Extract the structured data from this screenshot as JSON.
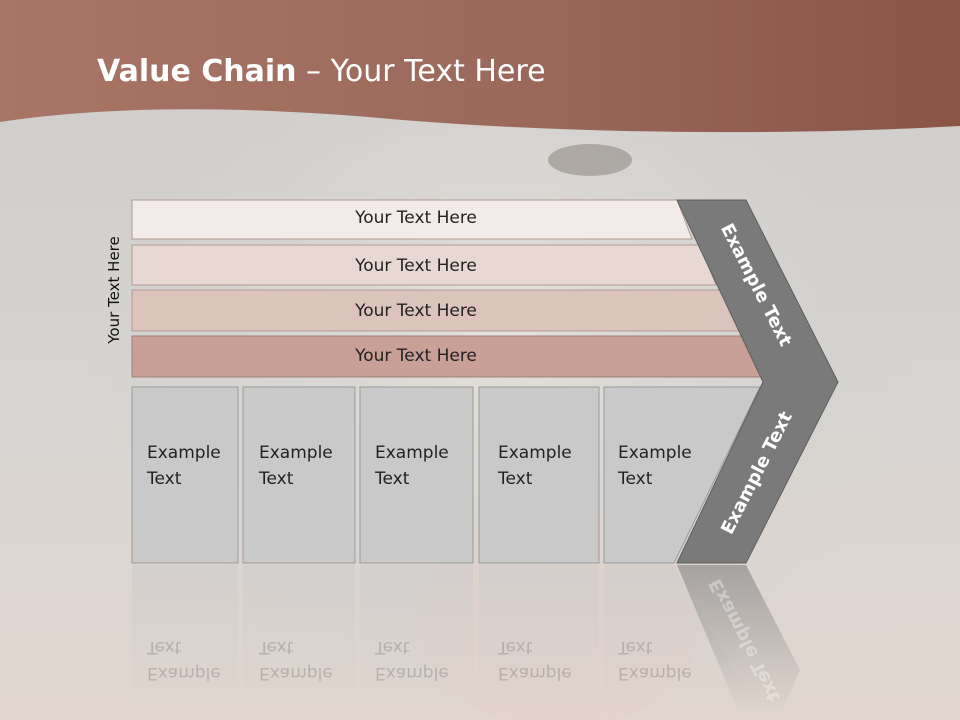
{
  "slide": {
    "title_bold": "Value Chain",
    "title_rest": " – Your Text Here"
  },
  "side_label": "Your Text Here",
  "bars": [
    {
      "label": "Your Text Here",
      "color": "#f2ebe9"
    },
    {
      "label": "Your Text Here",
      "color": "#e8d8d3"
    },
    {
      "label": "Your Text Here",
      "color": "#dcc3bc"
    },
    {
      "label": "Your Text Here",
      "color": "#c8a096"
    }
  ],
  "columns": [
    {
      "line1": "Example",
      "line2": "Text"
    },
    {
      "line1": "Example",
      "line2": "Text"
    },
    {
      "line1": "Example",
      "line2": "Text"
    },
    {
      "line1": "Example",
      "line2": "Text"
    },
    {
      "line1": "Example",
      "line2": "Text"
    }
  ],
  "chevron": {
    "top_label": "Example Text",
    "bottom_label": "Example Text",
    "color": "#7a7a7a"
  },
  "colors": {
    "header_band": "#9c6657",
    "column_fill": "#c9c9c9",
    "background": "#d4d2cf"
  }
}
